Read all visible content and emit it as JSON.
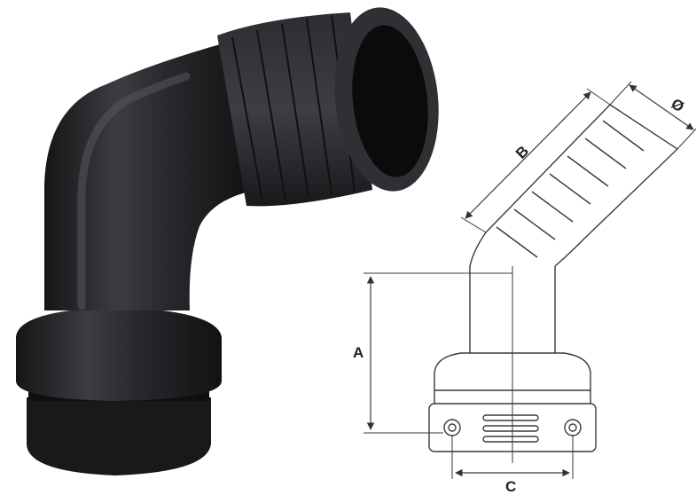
{
  "diagram": {
    "dimension_labels": {
      "a": "A",
      "b": "B",
      "c": "C",
      "diameter": "Ø"
    },
    "colors": {
      "fitting_body": "#1e1f21",
      "fitting_highlight": "#4a4c50",
      "line_drawing": "#3a3a3a",
      "background": "#ffffff"
    }
  }
}
